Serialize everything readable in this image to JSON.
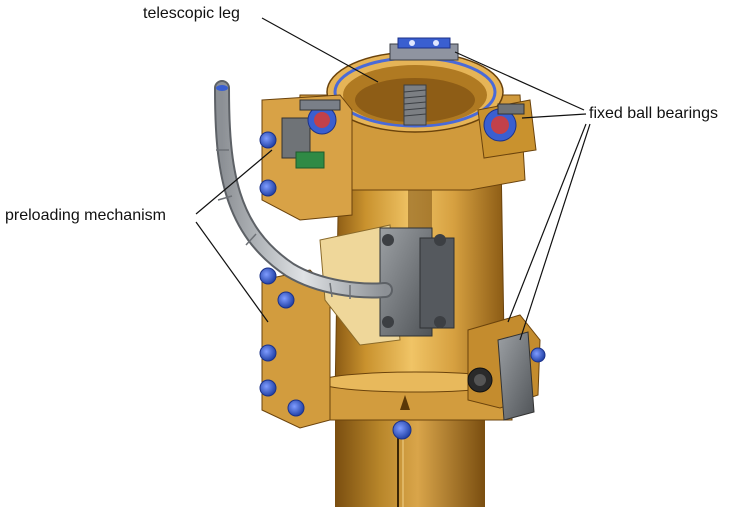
{
  "labels": {
    "telescopic_leg": "telescopic leg",
    "fixed_ball_bearings": "fixed ball bearings",
    "preloading_mechanism": "preloading mechanism"
  },
  "colors": {
    "brass_light": "#e3b24e",
    "brass_mid": "#c9922e",
    "brass_dark": "#8a5a14",
    "bolt_blue": "#3a5fd0",
    "bearing_gray": "#6f7377",
    "cable_silver": "#b8bcc0"
  }
}
